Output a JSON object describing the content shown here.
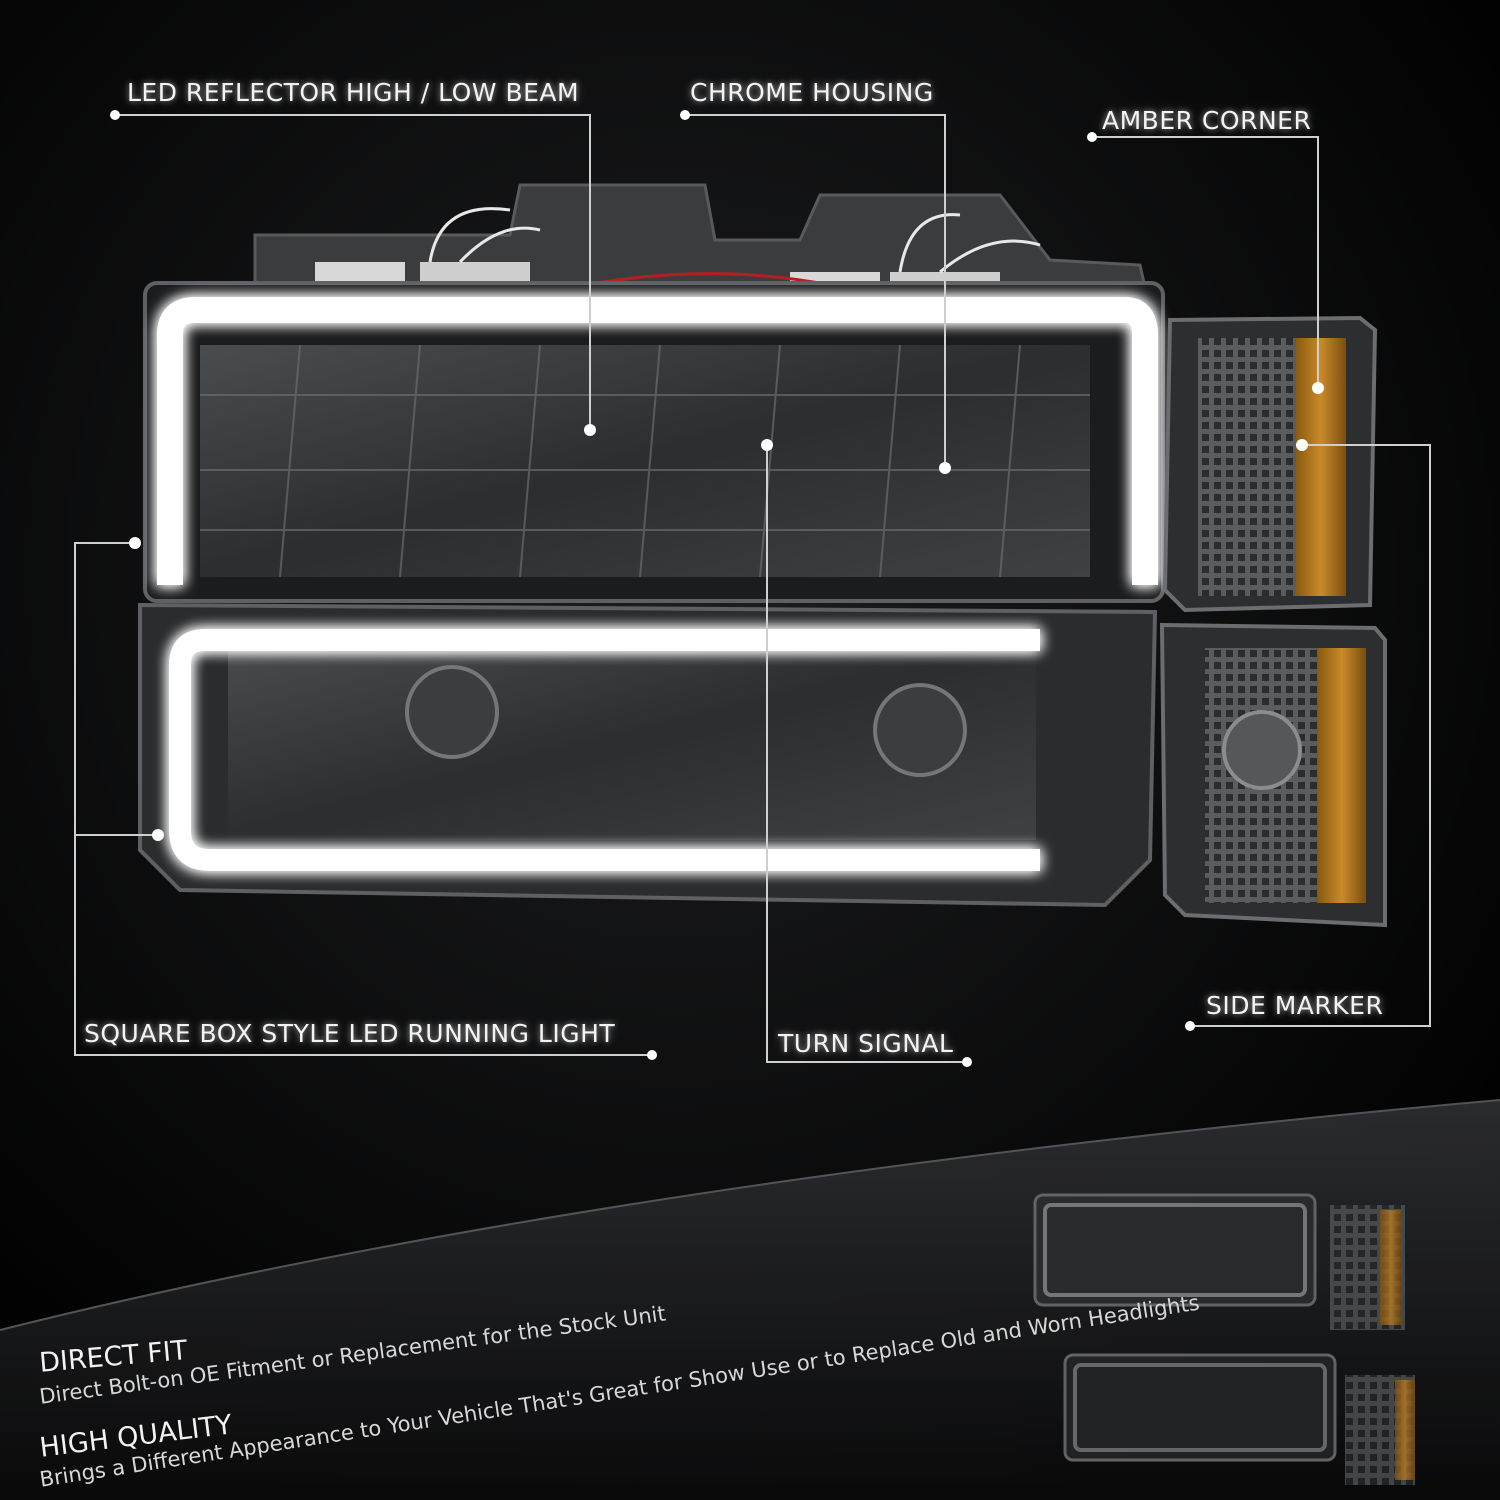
{
  "callouts": {
    "led_reflector": "LED REFLECTOR HIGH / LOW BEAM",
    "chrome_housing": "CHROME HOUSING",
    "amber_corner": "AMBER CORNER",
    "running_light": "SQUARE BOX STYLE LED RUNNING LIGHT",
    "turn_signal": "TURN SIGNAL",
    "side_marker": "SIDE MARKER"
  },
  "features": [
    {
      "title": "DIRECT FIT",
      "description": "Direct Bolt-on OE Fitment or Replacement for the Stock Unit"
    },
    {
      "title": "HIGH QUALITY",
      "description": "Brings a Different Appearance to Your Vehicle That's Great for Show Use or to Replace Old and Worn Headlights"
    }
  ],
  "colors": {
    "background": "#000000",
    "led_glow": "#ffffff",
    "smoked_lens": "#3a3d40",
    "amber": "#c98a2a",
    "callout_line": "#cfcfcf"
  }
}
